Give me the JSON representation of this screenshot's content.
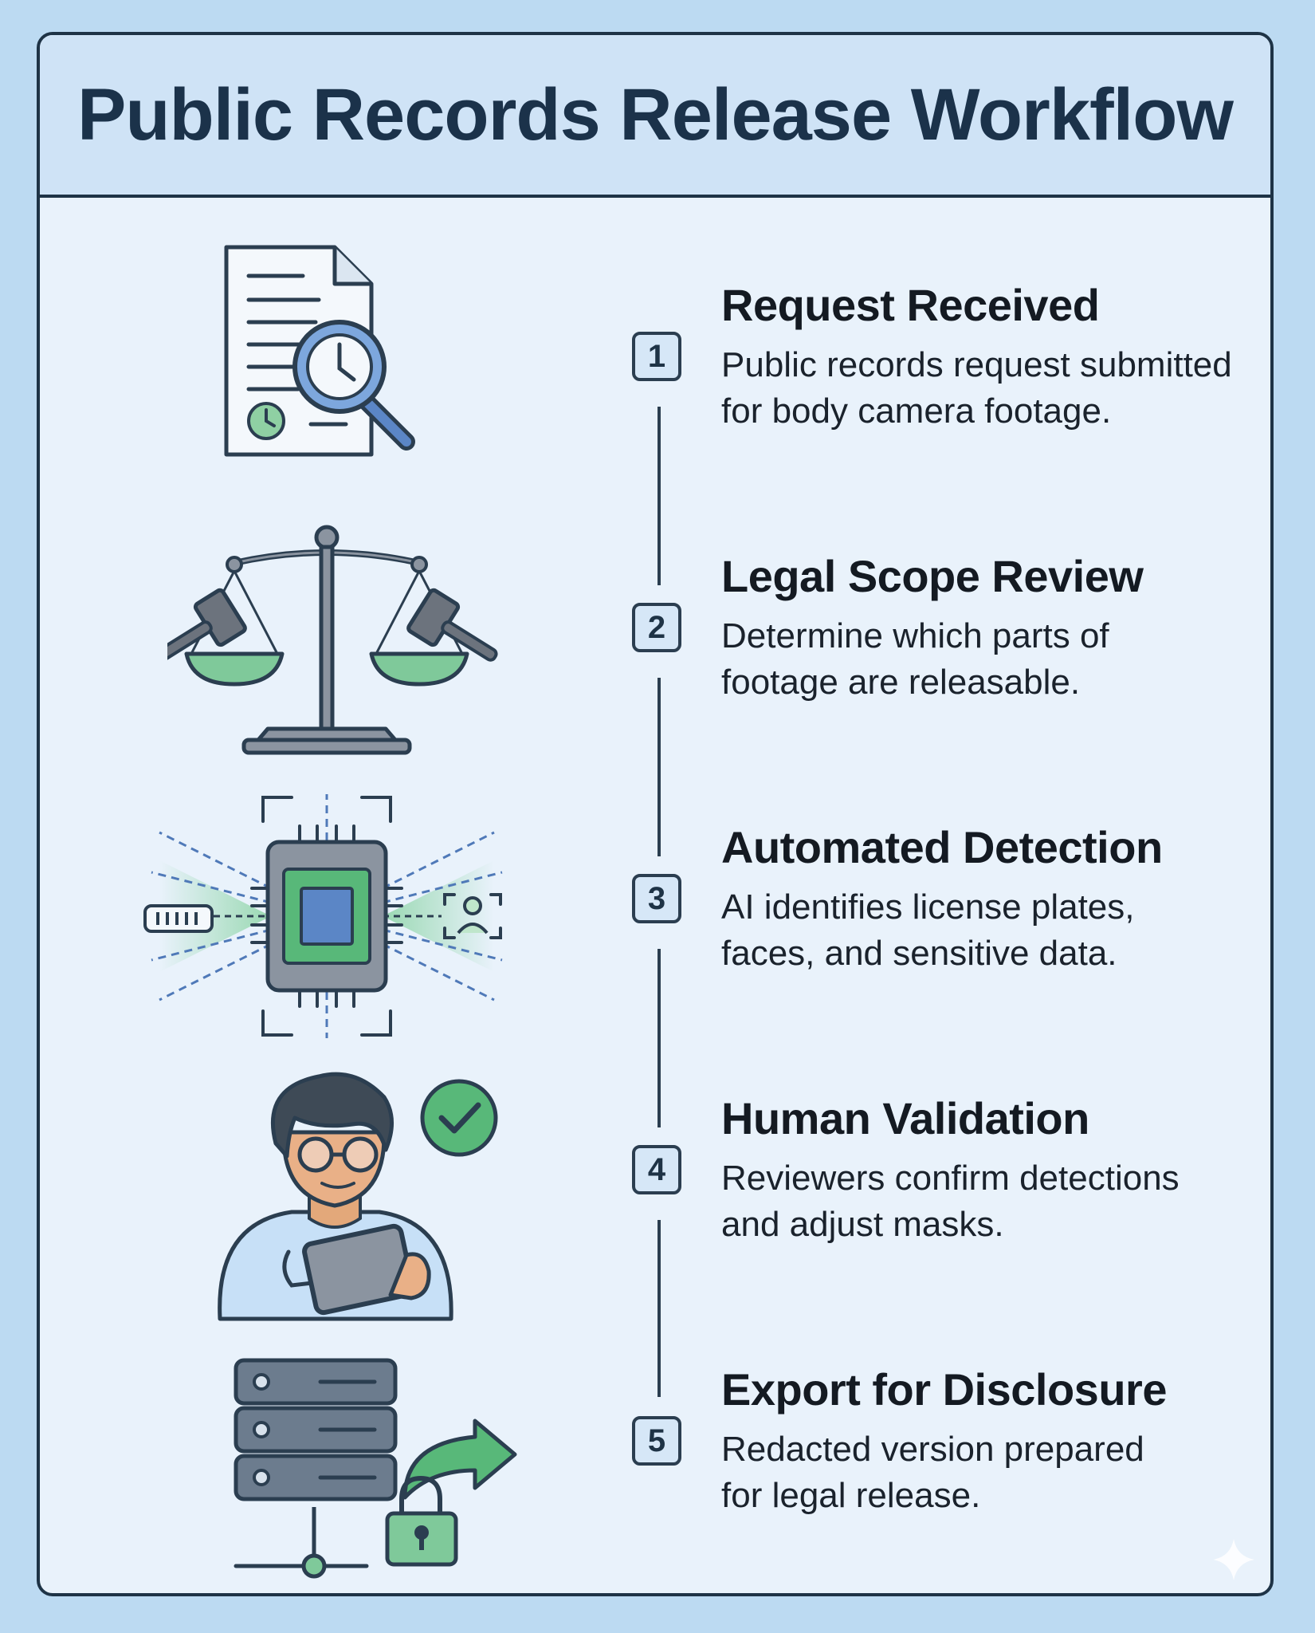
{
  "title": "Public Records Release Workflow",
  "steps": [
    {
      "number": "1",
      "title": "Request Received",
      "desc": [
        "Public records request submitted",
        "for body camera footage."
      ],
      "icon": "document-search-icon"
    },
    {
      "number": "2",
      "title": "Legal Scope Review",
      "desc": [
        "Determine which parts of",
        "footage are releasable."
      ],
      "icon": "scales-of-justice-icon"
    },
    {
      "number": "3",
      "title": "Automated Detection",
      "desc": [
        "AI identifies license plates,",
        "faces, and sensitive data."
      ],
      "icon": "ai-chip-scan-icon"
    },
    {
      "number": "4",
      "title": "Human Validation",
      "desc": [
        "Reviewers confirm detections",
        "and adjust masks."
      ],
      "icon": "reviewer-tablet-icon"
    },
    {
      "number": "5",
      "title": "Export for Disclosure",
      "desc": [
        "Redacted version prepared",
        "for legal release."
      ],
      "icon": "secure-server-export-icon"
    }
  ],
  "colors": {
    "background": "#bcdaf2",
    "panel": "#e9f2fb",
    "header": "#cfe3f6",
    "outline": "#1e3346",
    "accent_blue": "#5b86c6",
    "accent_green": "#58b879",
    "gray": "#7f8792"
  }
}
